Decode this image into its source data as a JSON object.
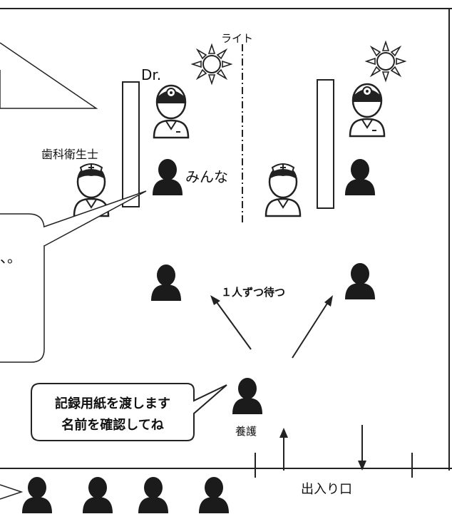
{
  "labels": {
    "light": "ライト",
    "doctor": "Dr.",
    "hygienist": "歯科衛生士",
    "everyone": "みんな",
    "one_at_a_time": "１人ずつ待つ",
    "school_nurse": "養護",
    "entrance": "出入り口",
    "partial_text": "、。"
  },
  "speech_bubble": {
    "line1": "記録用紙を渡します",
    "line2": "名前を確認してね"
  },
  "icons": [
    "sun-icon",
    "doctor-icon",
    "nurse-icon",
    "person-icon",
    "arrow-icon"
  ]
}
